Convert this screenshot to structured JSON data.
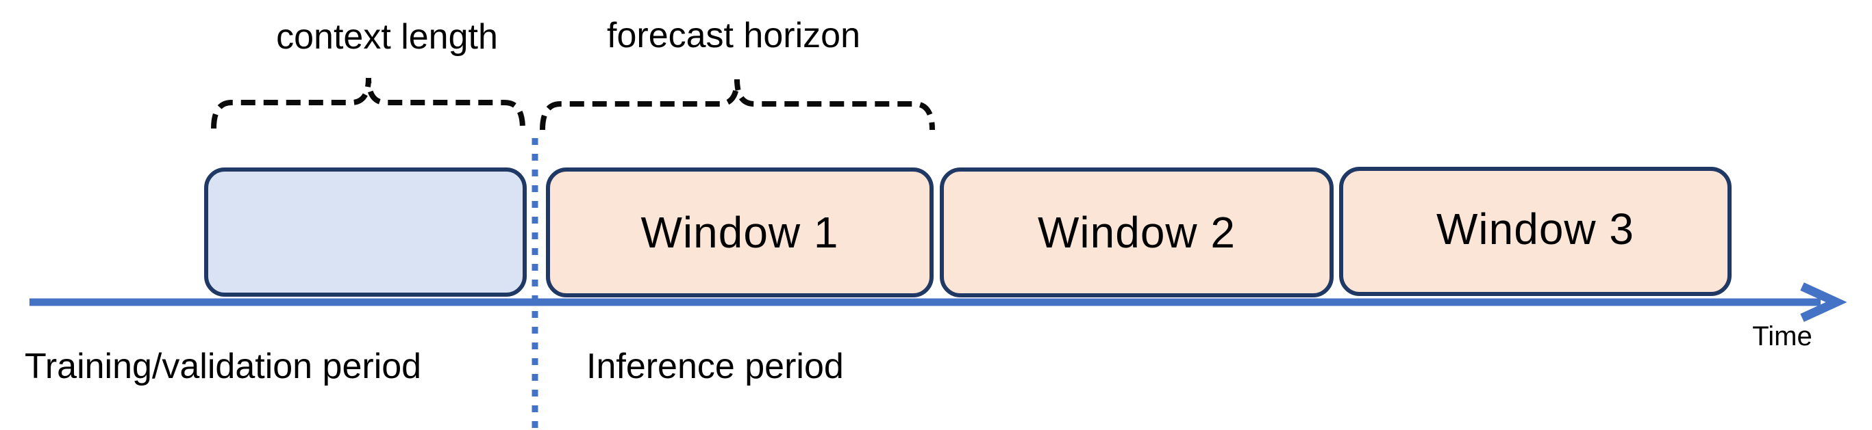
{
  "colors": {
    "axis_blue": "#4472C4",
    "border_navy": "#1F3864",
    "context_fill": "#DAE3F3",
    "window_fill": "#FBE5D6",
    "brace_black": "#0A0A0A",
    "text_black": "#000000"
  },
  "annotations": {
    "context_length_label": "context length",
    "forecast_horizon_label": "forecast horizon"
  },
  "context_box": {
    "label": ""
  },
  "windows": [
    {
      "label": "Window 1"
    },
    {
      "label": "Window 2"
    },
    {
      "label": "Window 3"
    }
  ],
  "periods": {
    "training_label": "Training/validation period",
    "inference_label": "Inference period"
  },
  "axis": {
    "time_label": "Time"
  }
}
